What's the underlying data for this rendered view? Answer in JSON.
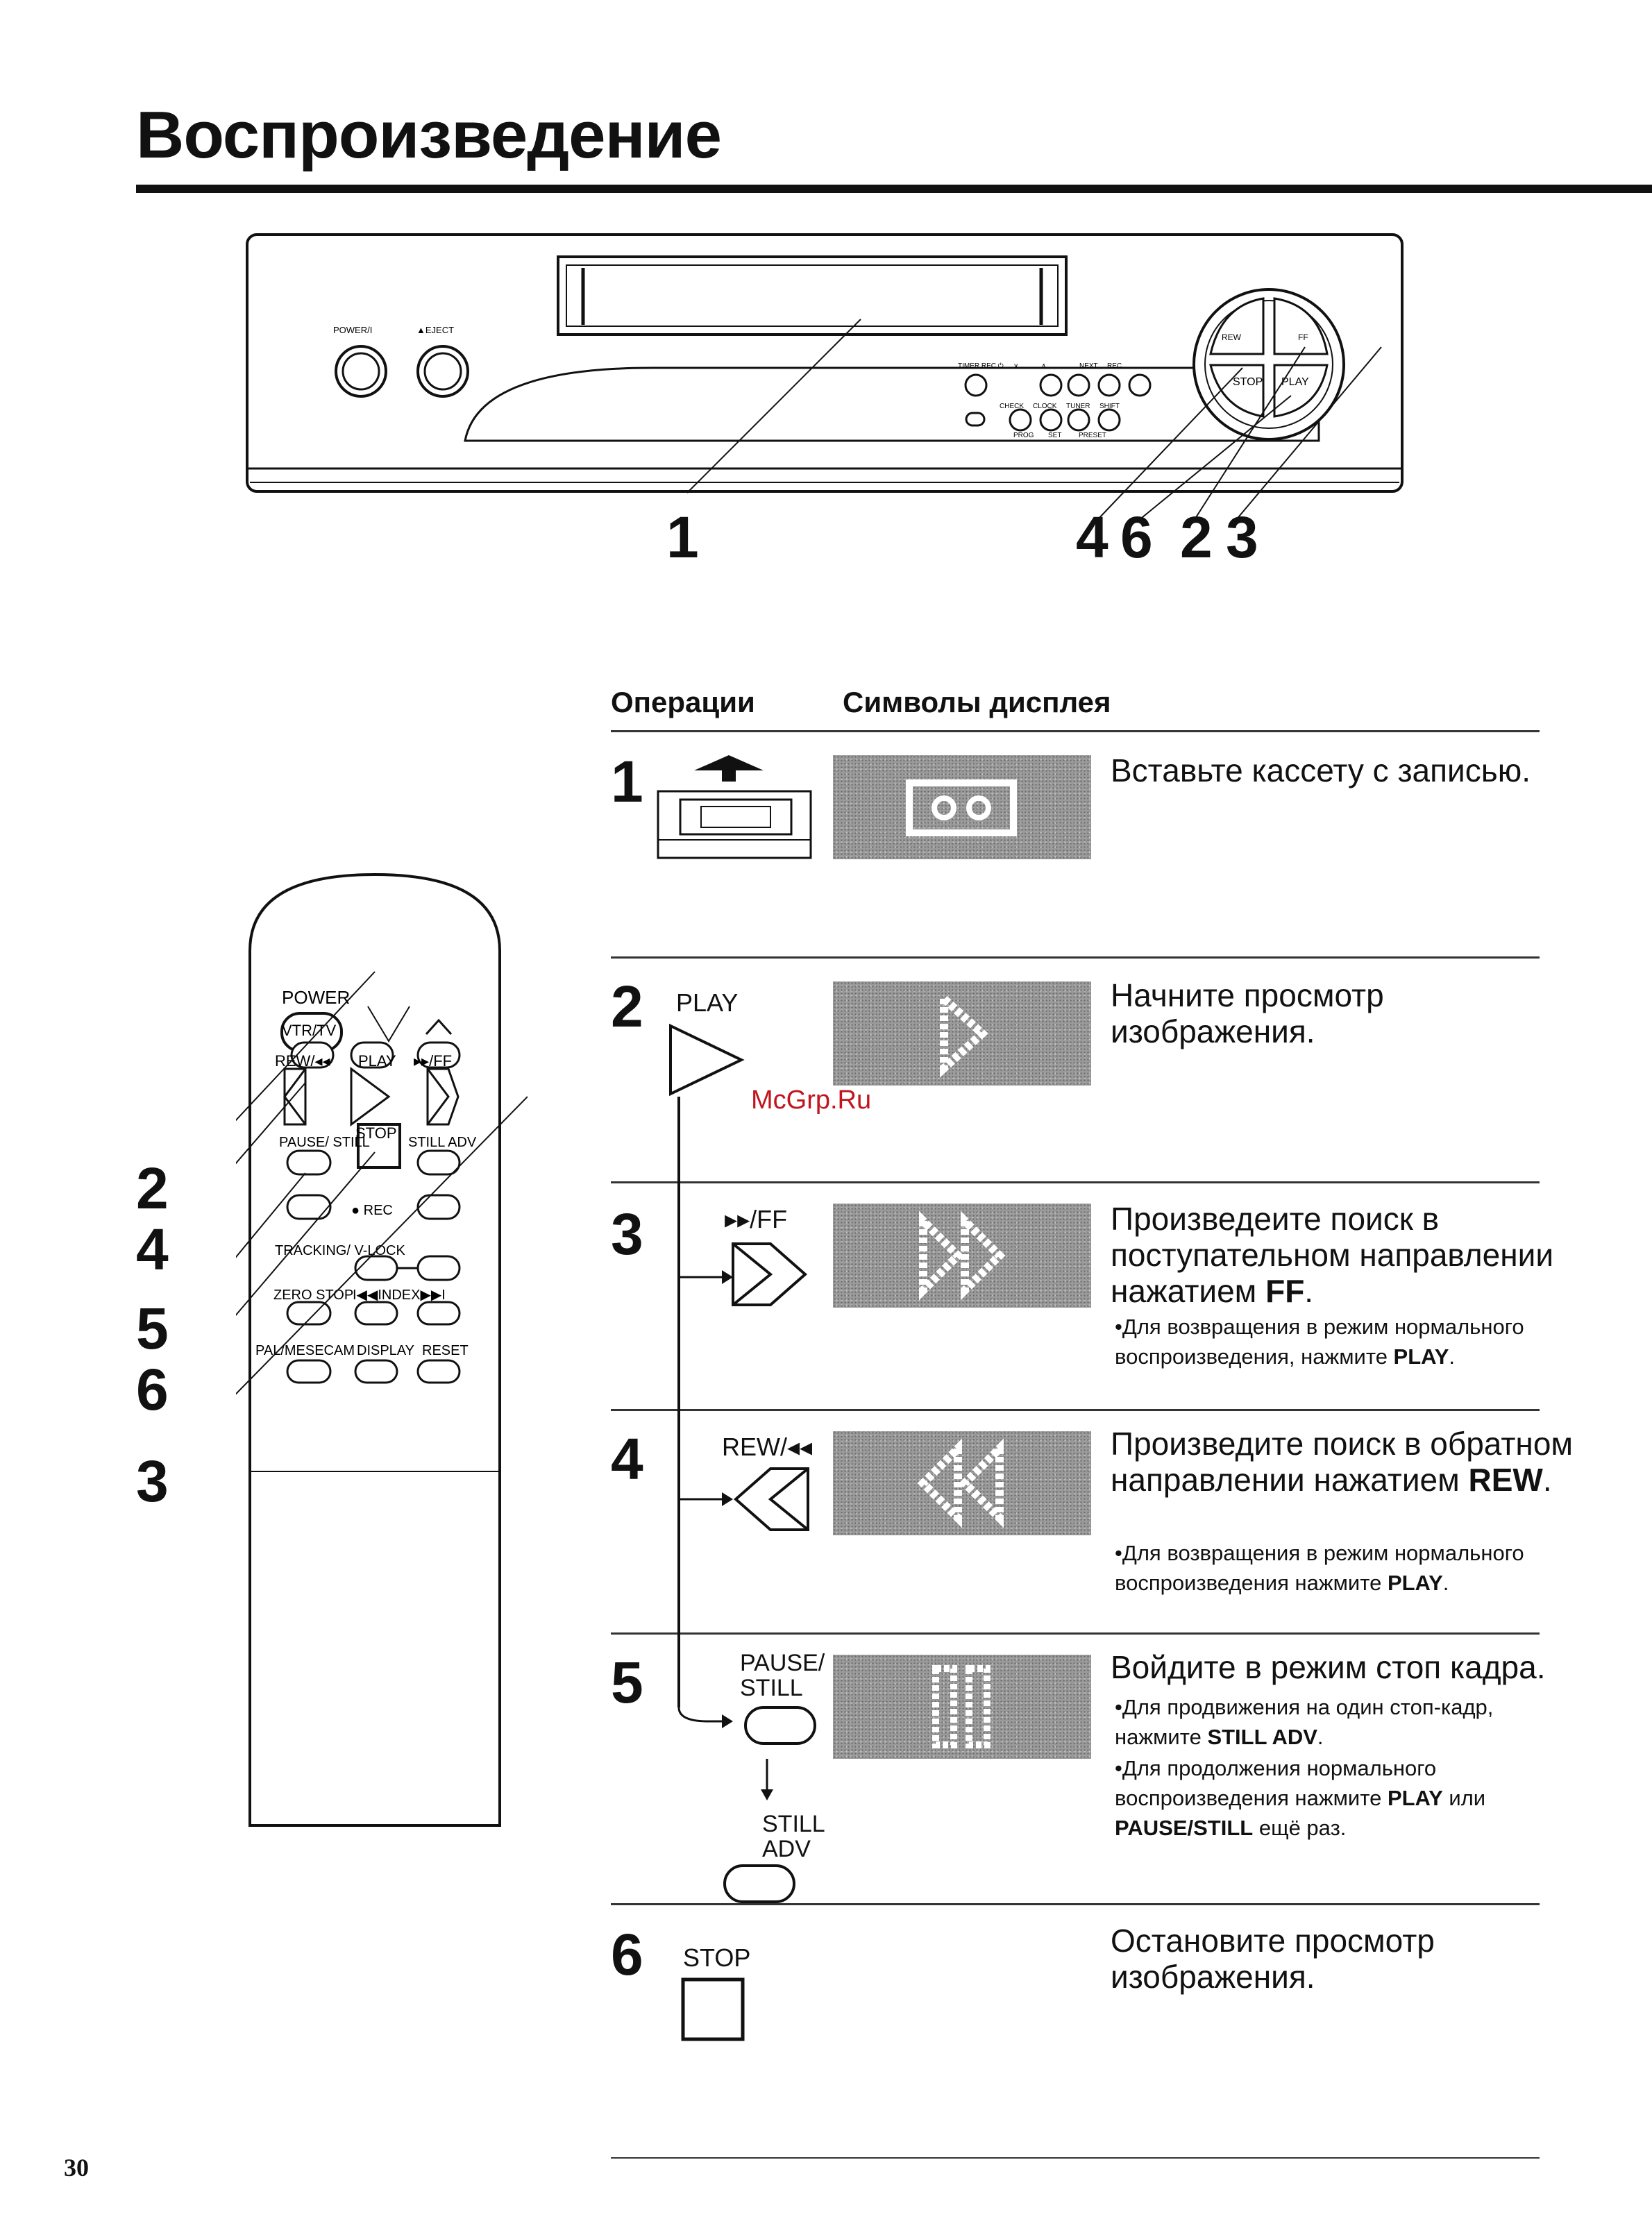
{
  "page": {
    "title": "Воспроизведение",
    "page_number": "30",
    "watermark": "McGrp.Ru"
  },
  "vcr": {
    "power_label": "POWER/I",
    "eject_label": "▲EJECT",
    "button_labels": [
      "TIMER REC ⏻",
      "∨",
      "∧",
      "NEXT",
      "REC",
      "CHECK",
      "CLOCK",
      "TUNER",
      "SHIFT",
      "PROG",
      "SET",
      "PRESET"
    ],
    "dial_labels": [
      "REW",
      "FF",
      "STOP",
      "PLAY"
    ],
    "callouts": [
      "1",
      "4",
      "6",
      "2",
      "3"
    ]
  },
  "remote": {
    "labels": {
      "power": "POWER",
      "vtr_tv": "VTR/TV",
      "rew": "REW/◂◂",
      "play": "PLAY",
      "ff": "▸▸/FF",
      "pause_still": "PAUSE/ STILL",
      "stop": "STOP",
      "still_adv": "STILL ADV",
      "rec": "● REC",
      "tracking": "TRACKING/ V-LOCK",
      "zero_stop": "ZERO STOP",
      "index": "I◀◀INDEX▶▶I",
      "pal": "PAL/MESECAM",
      "display": "DISPLAY",
      "reset": "RESET"
    },
    "callouts": [
      "2",
      "4",
      "5",
      "6",
      "3"
    ]
  },
  "table": {
    "headers": {
      "operations": "Операции",
      "display_symbols": "Символы дисплея"
    },
    "steps": [
      {
        "num": "1",
        "button_label": "",
        "desc": "Вставьте кассету с записью.",
        "notes": []
      },
      {
        "num": "2",
        "button_label": "PLAY",
        "desc": "Начните просмотр изображения.",
        "notes": []
      },
      {
        "num": "3",
        "button_label": "▸▸/FF",
        "desc": "Произведеите поиск в поступательном направлении нажатием FF.",
        "notes": [
          "Для возвращения в режим нормального воспроизведения, нажмите PLAY."
        ]
      },
      {
        "num": "4",
        "button_label": "REW/◂◂",
        "desc": "Произведите поиск в обратном направлении нажатием REW.",
        "notes": [
          "Для возвращения в режим нормального воспроизведения нажмите PLAY."
        ]
      },
      {
        "num": "5",
        "button_label": "PAUSE/ STILL",
        "button_label2": "STILL ADV",
        "desc": "Войдите в режим стоп кадра.",
        "notes": [
          "Для продвижения на один стоп-кадр, нажмите STILL ADV.",
          "Для продолжения нормального воспроизведения нажмите PLAY или PAUSE/STILL ещё раз."
        ]
      },
      {
        "num": "6",
        "button_label": "STOP",
        "desc": "Остановите просмотр изображения.",
        "notes": []
      }
    ]
  }
}
